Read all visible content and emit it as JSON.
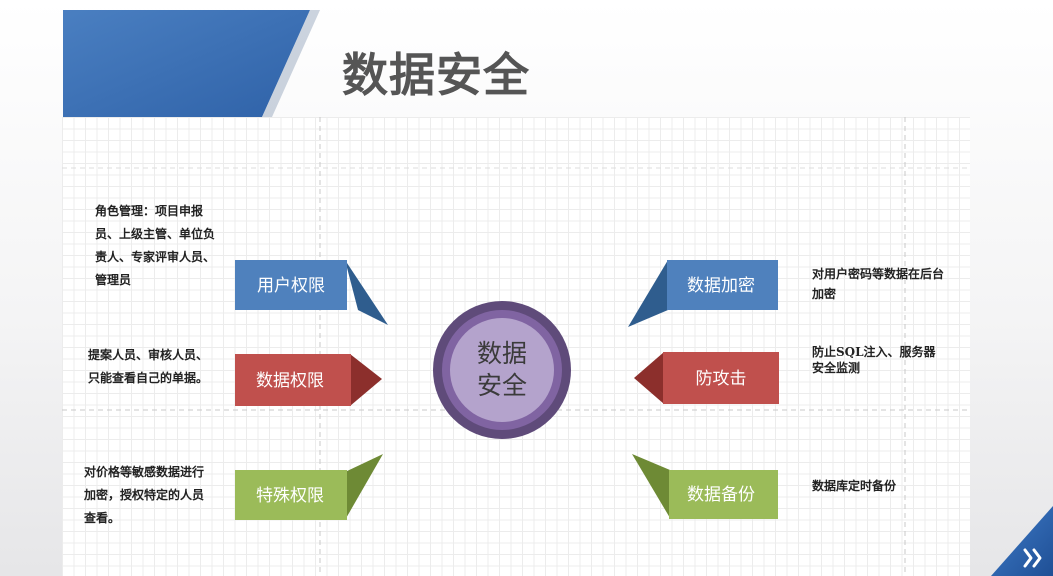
{
  "slide": {
    "title": "数据安全"
  },
  "center": {
    "line1": "数据",
    "line2": "安全"
  },
  "items": [
    {
      "label": "用户权限",
      "description": "角色管理：项目申报员、上级主管、单位负责人、专家评审人员、管理员"
    },
    {
      "label": "数据权限",
      "description": "提案人员、审核人员、只能查看自己的单据。"
    },
    {
      "label": "特殊权限",
      "description": "对价格等敏感数据进行加密，授权特定的人员查看。"
    },
    {
      "label": "数据加密",
      "description": "对用户密码等数据在后台加密"
    },
    {
      "label": "防攻击",
      "description": "防止SQL注入、服务器安全监测"
    },
    {
      "label": "数据备份",
      "description": "数据库定时备份"
    }
  ],
  "colors": {
    "blue": "#4f81bd",
    "blue_dark": "#2f5d8e",
    "red": "#c0504d",
    "red_dark": "#8c2f2c",
    "green": "#9bbb59",
    "green_dark": "#6e8a35",
    "center_outer": "#5f4b7a",
    "center_ring": "#8064a2",
    "center_inner": "#b4a3cc"
  },
  "icons": {
    "next": "chevron-double-right-icon"
  }
}
